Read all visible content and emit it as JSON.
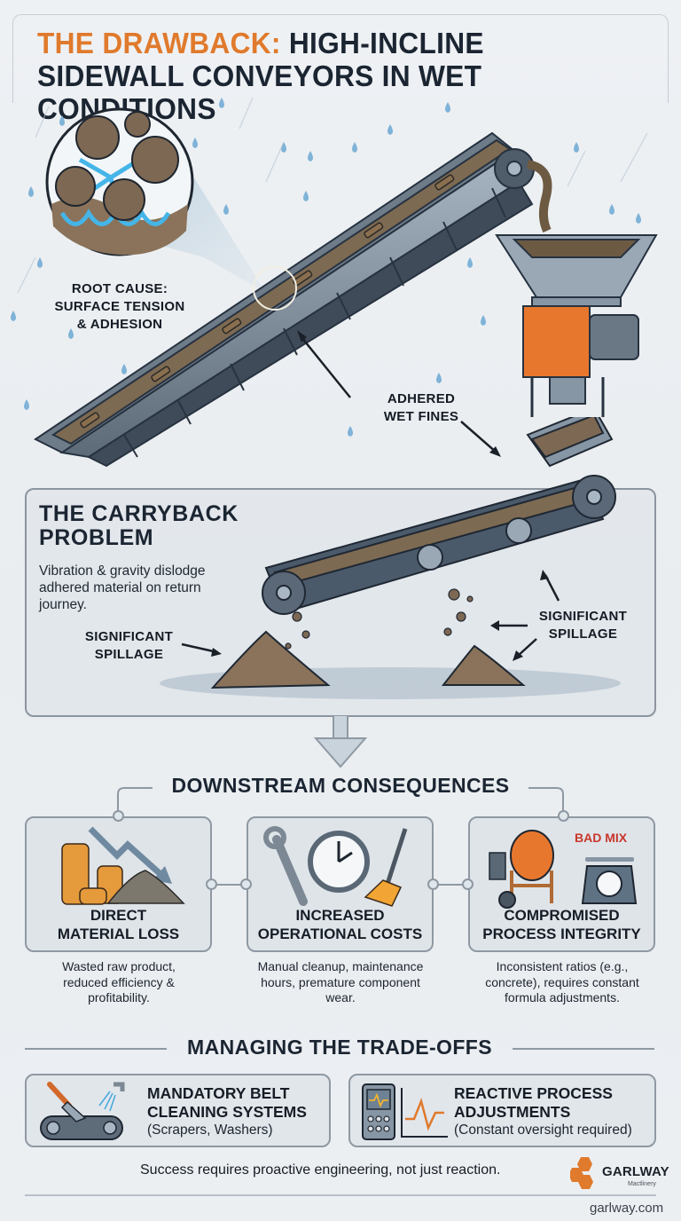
{
  "header": {
    "title_accent": "THE DRAWBACK:",
    "title_rest": " HIGH-INCLINE SIDEWALL CONVEYORS IN WET CONDITIONS"
  },
  "hero": {
    "root_cause_label": [
      "ROOT CAUSE:",
      "SURFACE TENSION",
      "& ADHESION"
    ],
    "adhered_label": [
      "ADHERED",
      "WET FINES"
    ]
  },
  "carryback": {
    "title_line1": "THE CARRYBACK",
    "title_line2": "PROBLEM",
    "description": "Vibration & gravity dislodge adhered material on return journey.",
    "spillage_left": [
      "SIGNIFICANT",
      "SPILLAGE"
    ],
    "spillage_right": [
      "SIGNIFICANT",
      "SPILLAGE"
    ]
  },
  "consequences": {
    "heading": "DOWNSTREAM CONSEQUENCES",
    "cards": [
      {
        "title_line1": "DIRECT",
        "title_line2": "MATERIAL LOSS",
        "icon": "coins-downtrend-icon",
        "description": "Wasted raw product, reduced efficiency & profitability."
      },
      {
        "title_line1": "INCREASED",
        "title_line2": "OPERATIONAL COSTS",
        "icon": "wrench-clock-broom-icon",
        "description": "Manual cleanup, maintenance hours, premature component wear."
      },
      {
        "title_line1": "COMPROMISED",
        "title_line2": "PROCESS INTEGRITY",
        "icon": "mixer-scale-icon",
        "badge": "BAD MIX",
        "description": "Inconsistent ratios (e.g., concrete), requires constant formula adjustments."
      }
    ]
  },
  "tradeoffs": {
    "heading": "MANAGING THE TRADE-OFFS",
    "items": [
      {
        "title_line1": "MANDATORY BELT",
        "title_line2": "CLEANING SYSTEMS",
        "subtitle": "(Scrapers, Washers)",
        "icon": "belt-scraper-icon"
      },
      {
        "title_line1": "REACTIVE PROCESS",
        "title_line2": "ADJUSTMENTS",
        "subtitle": "(Constant oversight required)",
        "icon": "monitor-waveform-icon"
      }
    ]
  },
  "footer": {
    "tagline": "Success requires proactive engineering, not just reaction.",
    "brand_name": "GARLWAY",
    "brand_sub": "Mactlinery",
    "url": "garlway.com"
  },
  "colors": {
    "accent_orange": "#e07a2c",
    "navy_text": "#1b2532",
    "bad_mix_red": "#c8372d",
    "frame_gray": "#8f99a3"
  }
}
